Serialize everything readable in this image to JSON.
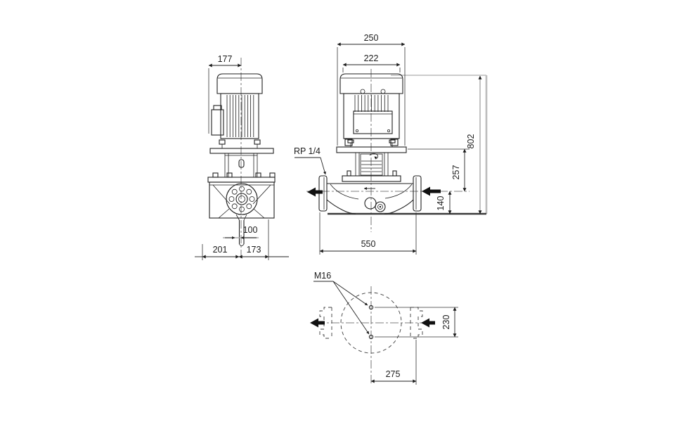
{
  "drawing": {
    "type": "inline-pump-dimension-drawing",
    "views": [
      "side-view",
      "front-view",
      "top-view"
    ],
    "dims": {
      "side_motor_width": "177",
      "side_stub": "100",
      "side_left": "201",
      "side_right": "173",
      "front_plate_width": "250",
      "front_motor_width": "222",
      "front_total_height": "802",
      "front_mid_height": "257",
      "front_port_height": "140",
      "front_length": "550",
      "top_bolt_span": "230",
      "top_port_offset": "275"
    },
    "labels": {
      "drain_port": "RP 1/4",
      "bolt_thread": "M16"
    },
    "colors": {
      "line": "#1f1f1f",
      "projection_line": "#9a9a9a",
      "base_line": "#3a3a3a",
      "background": "#ffffff"
    }
  }
}
